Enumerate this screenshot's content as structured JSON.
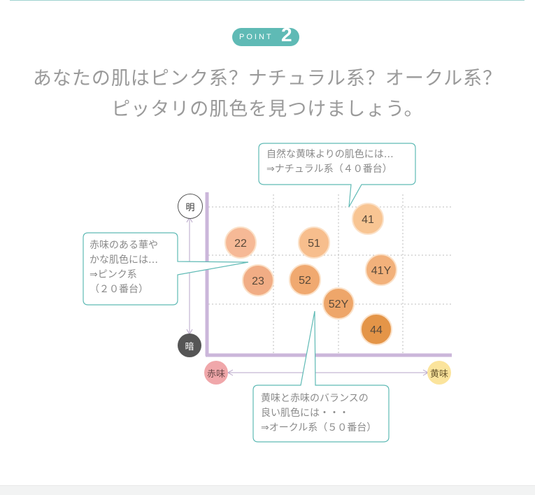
{
  "badge": {
    "word": "POINT",
    "number": "2"
  },
  "headline": {
    "line1": "あなたの肌はピンク系？ナチュラル系？オークル系？",
    "line2": "ピッタリの肌色を見つけましょう。"
  },
  "axes": {
    "top": "明",
    "bottom": "暗",
    "left": "赤味",
    "right": "黄味"
  },
  "colors": {
    "teal": "#5fbab5",
    "axis_lilac": "#cbb6da",
    "light_circle": "#ffffff",
    "dark_circle": "#555555",
    "red_circle": "#f0a7aa",
    "yellow_circle": "#fbe49c"
  },
  "shades": [
    {
      "label": "41",
      "color": "#f8c593"
    },
    {
      "label": "22",
      "color": "#f6b996"
    },
    {
      "label": "51",
      "color": "#f7be8d"
    },
    {
      "label": "41Y",
      "color": "#f2b17b"
    },
    {
      "label": "23",
      "color": "#f1ad85"
    },
    {
      "label": "52",
      "color": "#f0a970"
    },
    {
      "label": "52Y",
      "color": "#eea66a"
    },
    {
      "label": "44",
      "color": "#e49548"
    }
  ],
  "callouts": {
    "natural": {
      "line1": "自然な黄味よりの肌色には…",
      "line2": "⇒ナチュラル系（４０番台）"
    },
    "pink": {
      "line1": "赤味のある華や",
      "line2": "かな肌色には…",
      "line3": "⇒ピンク系",
      "line4": "（２０番台）"
    },
    "ochre": {
      "line1": "黄味と赤味のバランスの",
      "line2": "良い肌色には・・・",
      "line3": "⇒オークル系（５０番台）"
    }
  }
}
